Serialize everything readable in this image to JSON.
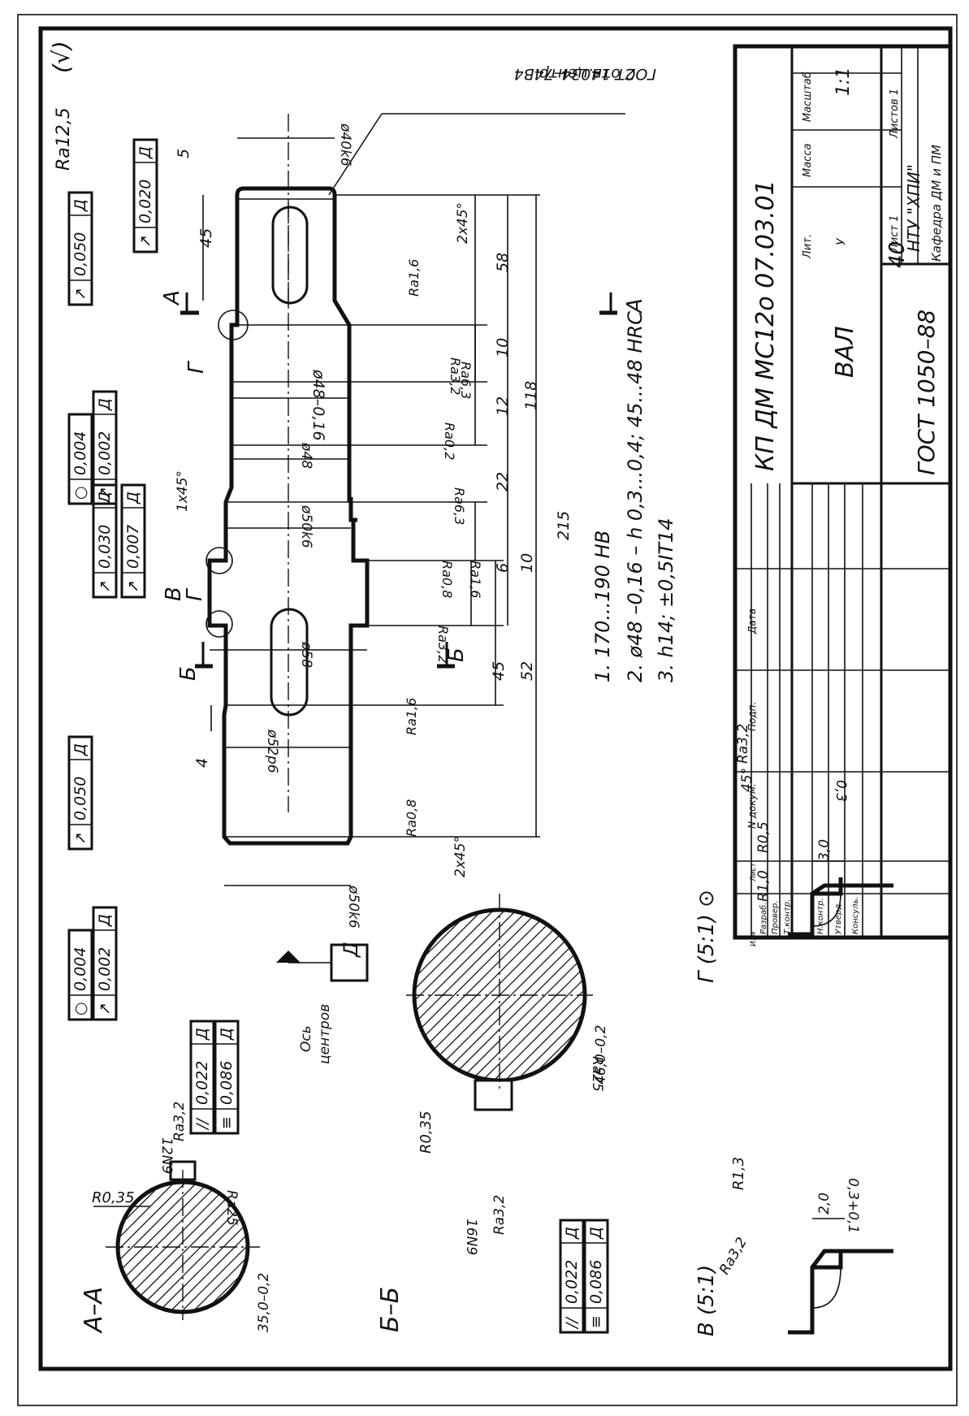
{
  "title_block": {
    "designation": "КП ДМ МС12о 07.03.01",
    "part_name": "ВАЛ",
    "material_number": "40",
    "material_standard": "ГОСТ 1050–88",
    "lit_label": "Лит.",
    "mass_label": "Масса",
    "scale_label": "Масштаб",
    "lit_value": "У",
    "scale_value": "1:1",
    "sheet_label": "Лист 1",
    "sheets_label": "Листов 1",
    "organization": "НТУ \"ХПИ\"",
    "department": "Кафедра ДМ и ПМ",
    "rev_headers": [
      "Изм",
      "Лист",
      "N докум.",
      "Подп.",
      "Дата"
    ],
    "roles": [
      "Разраб.",
      "Провер.",
      "Т.контр.",
      "Н.контр.",
      "Утверд.",
      "Консуль."
    ]
  },
  "notes": [
    "1. 170...190 НВ",
    "2. ø48 –0,16 – h 0,3...0,4; 45...48 HRC",
    "3. h14;  ±0,5IT14"
  ],
  "surface_roughness_general": "Ra12,5",
  "center_hole_note": [
    "2 отв.центр.В4",
    "ГОСТ 14034–74"
  ],
  "diameters": [
    "ø40k6",
    "ø48–0,16",
    "ø48",
    "ø50k6",
    "ø58",
    "ø52p6",
    "ø50k6"
  ],
  "lengths": [
    "5",
    "45",
    "58",
    "10",
    "12",
    "118",
    "22",
    "215",
    "6",
    "10",
    "45",
    "52",
    "4"
  ],
  "chamfers": [
    "2х45°",
    "1х45°",
    "2х45°"
  ],
  "roughness": [
    "Ra1,6",
    "Ra3,2",
    "Rа6,3",
    "Ra0,2",
    "Ra6,3",
    "Ra0,8",
    "Ra1,6",
    "Ra3,2",
    "Ra1,6",
    "Ra0,8"
  ],
  "tolerance_frames": [
    {
      "symbol": "↗",
      "value": "0,050",
      "datum": "Д"
    },
    {
      "symbol": "↗",
      "value": "0,020",
      "datum": "Д"
    },
    {
      "symbol": "○",
      "value": "0,004",
      "datum": ""
    },
    {
      "symbol": "↗",
      "value": "0,002",
      "datum": "Д"
    },
    {
      "symbol": "↗",
      "value": "0,030",
      "datum": "Д"
    },
    {
      "symbol": "↗",
      "value": "0,007",
      "datum": "Д"
    },
    {
      "symbol": "↗",
      "value": "0,050",
      "datum": "Д"
    },
    {
      "symbol": "○",
      "value": "0,004",
      "datum": ""
    },
    {
      "symbol": "↗",
      "value": "0,002",
      "datum": "Д"
    },
    {
      "symbol": "//",
      "value": "0,022",
      "datum": "Д"
    },
    {
      "symbol": "≡",
      "value": "0,086",
      "datum": "Д"
    },
    {
      "symbol": "//",
      "value": "0,022",
      "datum": "Д"
    },
    {
      "symbol": "≡",
      "value": "0,086",
      "datum": "Д"
    }
  ],
  "section_labels": {
    "aa_title": "А–А",
    "bb_title": "Б–Б",
    "v_title": "В (5:1)",
    "g_title": "Г (5:1) ⊙",
    "cut_a": "А",
    "cut_b": "Б",
    "mark_g": "Г",
    "mark_v": "В",
    "datum": "Д",
    "axis_label": [
      "Ось",
      "центров"
    ]
  },
  "section_aa": {
    "radius": "R0,35",
    "keyway": "12N9",
    "roughness": "Ra3,2",
    "roughness2": "Ra25",
    "depth": "35,0–0,2"
  },
  "section_bb": {
    "radius": "R0,35",
    "keyway": "16N9",
    "roughness": "Ra3,2",
    "roughness2": "Ra25",
    "depth": "46,0–0,2"
  },
  "detail_v": {
    "radius": "R1,3",
    "roughness": "Ra3,2",
    "depth": "2,0",
    "dim": "0,3+0,1"
  },
  "detail_g": {
    "radius1": "R1,0",
    "radius2": "R0,5",
    "angle": "45°",
    "roughness": "Ra3,2",
    "depth": "3,0",
    "dim": "0,3"
  }
}
